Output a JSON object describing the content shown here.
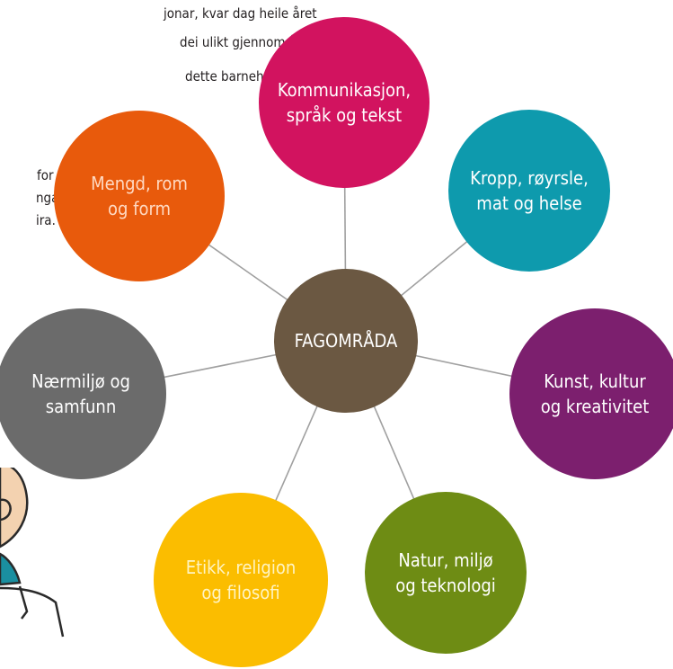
{
  "intro_text": {
    "lines": [
      "jonar, kvar dag heile året",
      "dei ulikt gjennom året.",
      "dette barnehageåret,",
      "for",
      "ngar",
      "ira."
    ]
  },
  "diagram": {
    "center": {
      "label": "FAGOMRÅDA",
      "color": "#6b5842"
    },
    "nodes": [
      {
        "lines": [
          "Kommunikasjon,",
          "språk og tekst"
        ],
        "color": "#d2135f",
        "text_color": "#ffffff"
      },
      {
        "lines": [
          "Kropp, røyrsle,",
          "mat og helse"
        ],
        "color": "#0e9aad",
        "text_color": "#ffffff"
      },
      {
        "lines": [
          "Kunst, kultur",
          "og kreativitet"
        ],
        "color": "#7c1f6e",
        "text_color": "#ffffff"
      },
      {
        "lines": [
          "Natur, miljø",
          "og teknologi"
        ],
        "color": "#6e8c14",
        "text_color": "#ffffff"
      },
      {
        "lines": [
          "Etikk, religion",
          "og filosofi"
        ],
        "color": "#fbbd00",
        "text_color": "#fff4c2"
      },
      {
        "lines": [
          "Nærmiljø og",
          "samfunn"
        ],
        "color": "#6b6b6b",
        "text_color": "#ffffff"
      },
      {
        "lines": [
          "Mengd, rom",
          "og form"
        ],
        "color": "#e85a0c",
        "text_color": "#ffd9c2"
      }
    ],
    "connector_color": "#a0a0a0"
  },
  "illustration": {
    "skin_color": "#f3d2b0",
    "outline_color": "#2a2a2a",
    "shirt_color": "#1a8fa0"
  }
}
